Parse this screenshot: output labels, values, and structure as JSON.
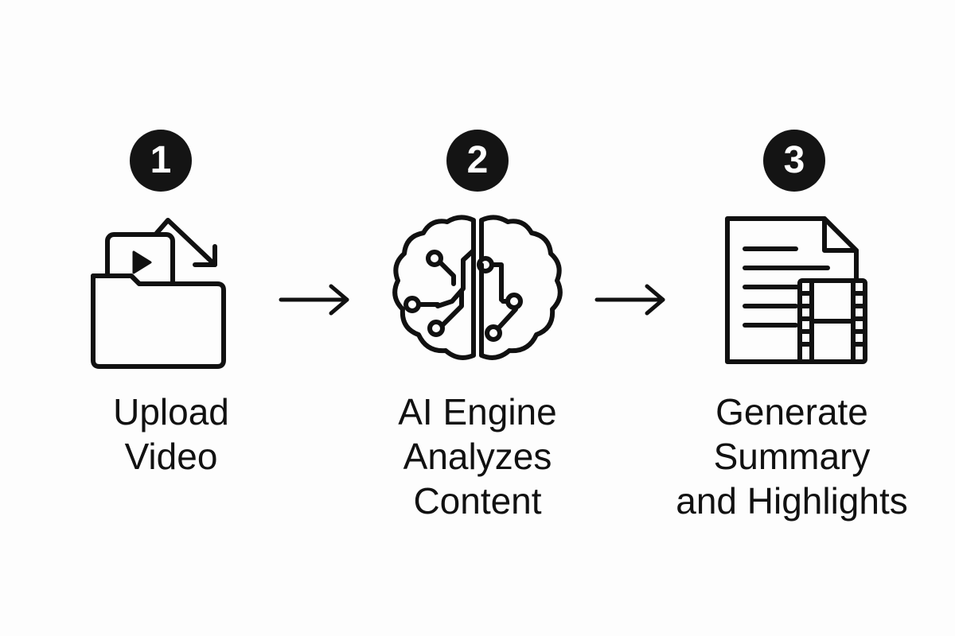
{
  "steps": [
    {
      "number": "1",
      "icon": "folder-video-icon",
      "label_lines": [
        "Upload",
        "Video"
      ]
    },
    {
      "number": "2",
      "icon": "brain-circuit-icon",
      "label_lines": [
        "AI Engine",
        "Analyzes",
        "Content"
      ]
    },
    {
      "number": "3",
      "icon": "document-film-icon",
      "label_lines": [
        "Generate",
        "Summary",
        "and Highlights"
      ]
    }
  ],
  "colors": {
    "ink": "#111111",
    "background": "#fdfdfd",
    "badge": "#141414",
    "badge_text": "#ffffff"
  }
}
